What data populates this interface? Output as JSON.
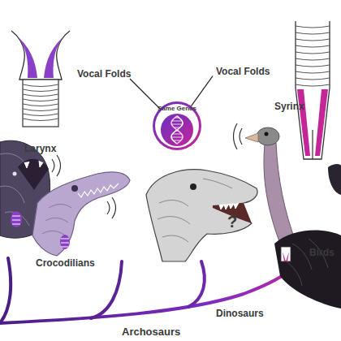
{
  "diagram": {
    "nodes": [
      {
        "text": [
          "Vocal Folds",
          "Larynx"
        ]
      },
      {
        "text": [
          "Same Genes"
        ]
      },
      {
        "text": [
          "Vocal Folds",
          "Syrinx"
        ]
      }
    ],
    "edges": [
      {
        "from": 0,
        "to": 1,
        "arrow": "none"
      },
      {
        "from": 1,
        "to": 2,
        "arrow": "none"
      }
    ],
    "labels": [
      "Crocodilians",
      "?",
      "Dinosaurs",
      "Archosaurs",
      "Birds"
    ]
  }
}
